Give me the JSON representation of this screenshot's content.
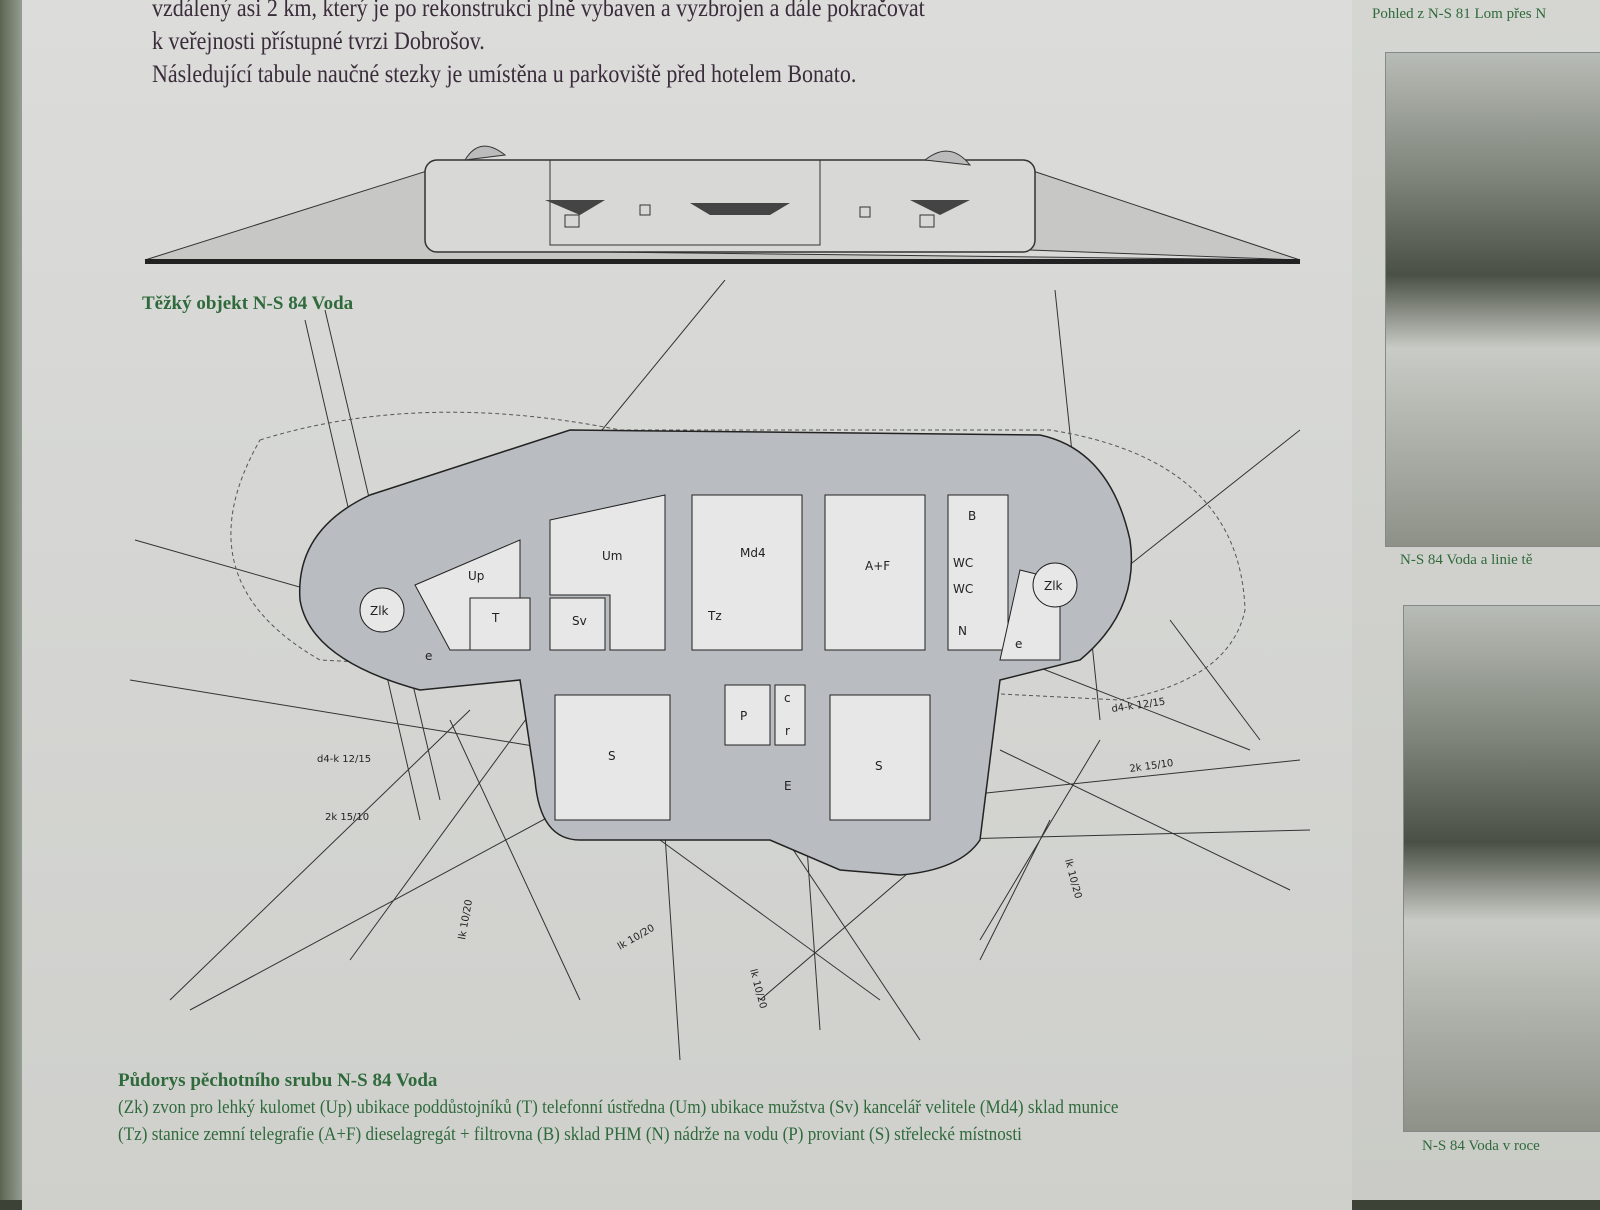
{
  "intro": {
    "line1": "vzdálený asi 2 km, který je po rekonstrukci plně vybaven a vyzbrojen a dále pokračovat",
    "line2": "k veřejnosti přístupné tvrzi Dobrošov.",
    "line3": "Následující tabule naučné stezky je umístěna u parkoviště před hotelem Bonato."
  },
  "elevation_title": "Těžký objekt N-S 84 Voda",
  "plan": {
    "rooms": {
      "zlk_left": "Zlk",
      "zlk_right": "Zlk",
      "up": "Up",
      "t": "T",
      "um": "Um",
      "sv": "Sv",
      "md4": "Md4",
      "tz": "Tz",
      "af": "A+F",
      "b": "B",
      "wc1": "WC",
      "wc2": "WC",
      "n": "N",
      "e_left": "e",
      "e_right": "e",
      "p": "P",
      "r": "r",
      "c": "c",
      "e_small": "E",
      "s_left": "S",
      "s_right": "S"
    },
    "dims": {
      "d4k_left": "d4-k 12/15",
      "d4k_right": "d4-k 12/15",
      "k2_left": "2k 15/10",
      "k2_right": "2k 15/10",
      "lk1": "lk 10/20",
      "lk2": "lk 10/20",
      "lk3": "lk 10/20",
      "lk4": "lk 10/20"
    }
  },
  "plan_title": "Půdorys pěchotního srubu N-S 84 Voda",
  "legend": {
    "line1": "(Zk) zvon pro lehký kulomet (Up) ubikace poddůstojníků (T) telefonní ústředna (Um) ubikace mužstva (Sv) kancelář velitele (Md4) sklad munice",
    "line2": "(Tz) stanice zemní telegrafie (A+F) dieselagregát + filtrovna (B) sklad PHM (N) nádrže na vodu (P) proviant (S) střelecké místnosti"
  },
  "side": {
    "caption_top": "Pohled z N-S 81 Lom přes N",
    "caption_mid": "N-S 84 Voda a linie tě",
    "caption_bottom": "N-S 84 Voda v roce"
  }
}
